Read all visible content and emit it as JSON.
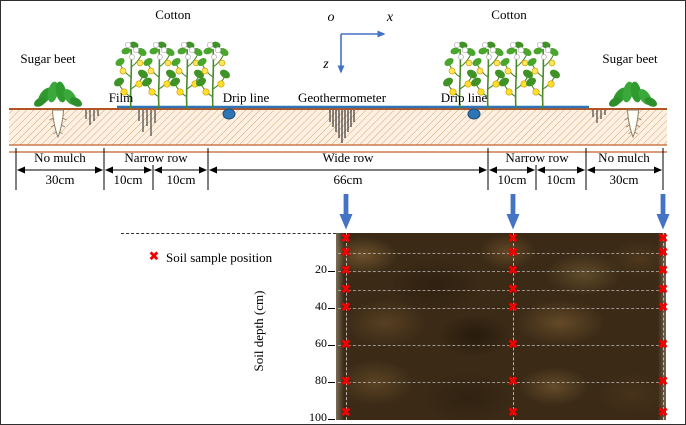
{
  "axes": {
    "origin_label": "o",
    "x_axis_label": "x",
    "z_axis_label": "z"
  },
  "field_labels": {
    "sugar_beet_left": "Sugar beet",
    "cotton_left": "Cotton",
    "cotton_right": "Cotton",
    "sugar_beet_right": "Sugar beet",
    "film": "Film",
    "drip_line_left": "Drip line",
    "geothermometer": "Geothermometer",
    "drip_line_right": "Drip line"
  },
  "measurements": {
    "row_labels": [
      "No mulch",
      "Narrow row",
      "Wide row",
      "Narrow row",
      "No mulch"
    ],
    "segment_widths": [
      "30cm",
      "10cm",
      "10cm",
      "66cm",
      "10cm",
      "10cm",
      "30cm"
    ]
  },
  "soil_profile": {
    "y_axis_label": "Soil depth (cm)",
    "depth_tick_labels": [
      "20",
      "40",
      "60",
      "80",
      "100"
    ],
    "legend": {
      "marker": "✖",
      "label": "Soil sample position"
    },
    "sample_depths_cm": [
      0,
      10,
      20,
      30,
      40,
      60,
      80,
      100
    ],
    "sample_column_count": 3
  },
  "colors": {
    "film_line": "#2E75B6",
    "axis_arrow": "#4472C4",
    "profile_arrow": "#4472C4",
    "sample_marker": "#F40000",
    "soil_surface_line": "#B35425"
  }
}
